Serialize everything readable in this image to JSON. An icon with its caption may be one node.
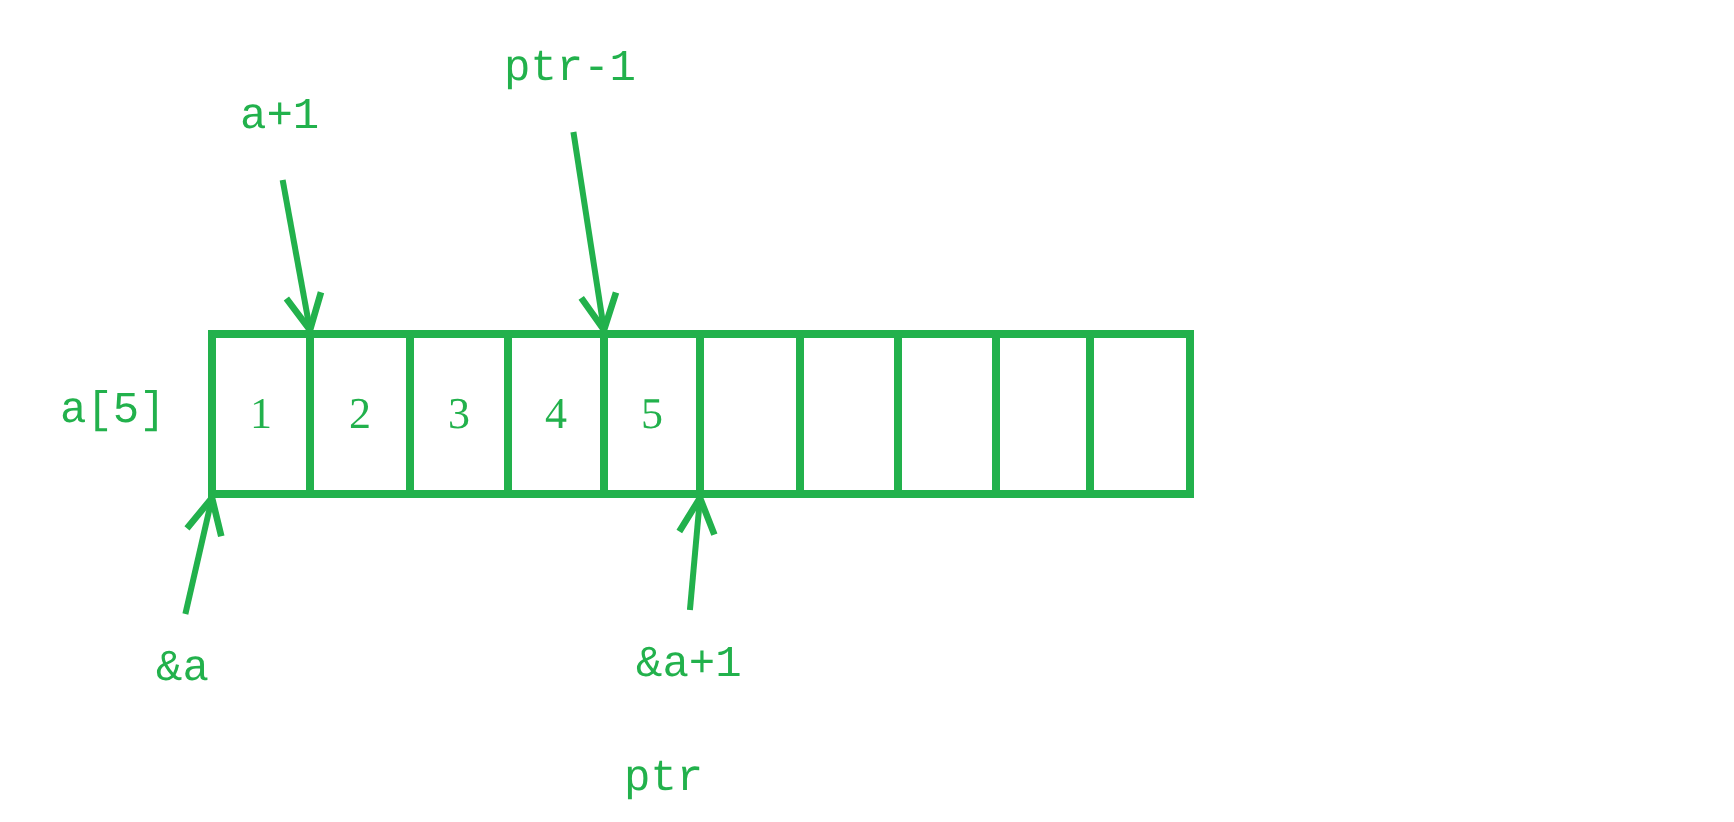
{
  "diagram": {
    "nodes": [
      {
        "text": [
          "ptr-1"
        ]
      },
      {
        "text": [
          "a+1"
        ]
      },
      {
        "text": [
          "1"
        ]
      },
      {
        "text": [
          "2"
        ]
      },
      {
        "text": [
          "3"
        ]
      },
      {
        "text": [
          "4"
        ]
      },
      {
        "text": [
          "5"
        ]
      },
      {
        "text": [],
        "shape": "box"
      },
      {
        "text": [],
        "shape": "box"
      },
      {
        "text": [],
        "shape": "box"
      },
      {
        "text": [],
        "shape": "box"
      },
      {
        "text": [],
        "shape": "box"
      },
      {
        "text": [
          "&a"
        ]
      },
      {
        "text": [
          "&a+1"
        ]
      }
    ],
    "edges": [
      {
        "from": 1,
        "to": 3,
        "arrow": "to"
      },
      {
        "from": 0,
        "to": 6,
        "arrow": "to"
      },
      {
        "from": 12,
        "to": 2,
        "arrow": "to"
      },
      {
        "from": 13,
        "to": 7,
        "arrow": "to"
      }
    ],
    "labels": [
      "a[5]",
      "ptr"
    ]
  }
}
